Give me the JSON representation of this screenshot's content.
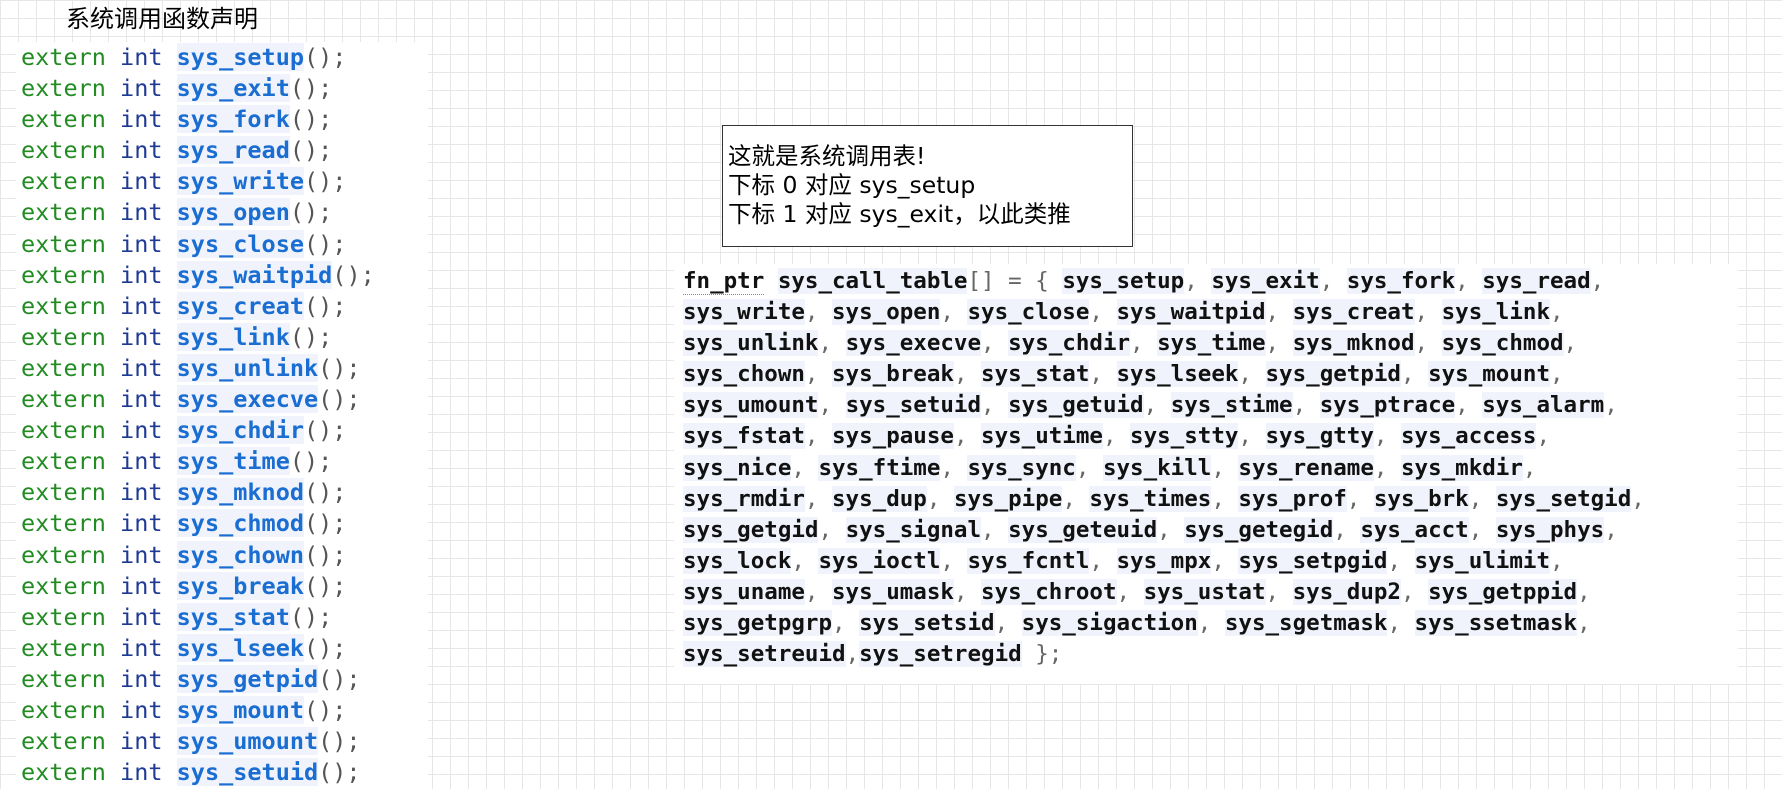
{
  "section_title": "系统调用函数声明",
  "declarations": {
    "keyword_extern": "extern",
    "keyword_int": "int",
    "suffix": "();",
    "names": [
      "sys_setup",
      "sys_exit",
      "sys_fork",
      "sys_read",
      "sys_write",
      "sys_open",
      "sys_close",
      "sys_waitpid",
      "sys_creat",
      "sys_link",
      "sys_unlink",
      "sys_execve",
      "sys_chdir",
      "sys_time",
      "sys_mknod",
      "sys_chmod",
      "sys_chown",
      "sys_break",
      "sys_stat",
      "sys_lseek",
      "sys_getpid",
      "sys_mount",
      "sys_umount",
      "sys_setuid"
    ]
  },
  "callout": {
    "lines": [
      "这就是系统调用表!",
      "下标 0 对应 sys_setup",
      "下标 1 对应 sys_exit，以此类推"
    ]
  },
  "call_table": {
    "type": "fn_ptr",
    "name": "sys_call_table",
    "open": "[] = {",
    "close": "};",
    "lines": [
      [
        "sys_setup",
        "sys_exit",
        "sys_fork",
        "sys_read"
      ],
      [
        "sys_write",
        "sys_open",
        "sys_close",
        "sys_waitpid",
        "sys_creat",
        "sys_link"
      ],
      [
        "sys_unlink",
        "sys_execve",
        "sys_chdir",
        "sys_time",
        "sys_mknod",
        "sys_chmod"
      ],
      [
        "sys_chown",
        "sys_break",
        "sys_stat",
        "sys_lseek",
        "sys_getpid",
        "sys_mount"
      ],
      [
        "sys_umount",
        "sys_setuid",
        "sys_getuid",
        "sys_stime",
        "sys_ptrace",
        "sys_alarm"
      ],
      [
        "sys_fstat",
        "sys_pause",
        "sys_utime",
        "sys_stty",
        "sys_gtty",
        "sys_access"
      ],
      [
        "sys_nice",
        "sys_ftime",
        "sys_sync",
        "sys_kill",
        "sys_rename",
        "sys_mkdir"
      ],
      [
        "sys_rmdir",
        "sys_dup",
        "sys_pipe",
        "sys_times",
        "sys_prof",
        "sys_brk",
        "sys_setgid"
      ],
      [
        "sys_getgid",
        "sys_signal",
        "sys_geteuid",
        "sys_getegid",
        "sys_acct",
        "sys_phys"
      ],
      [
        "sys_lock",
        "sys_ioctl",
        "sys_fcntl",
        "sys_mpx",
        "sys_setpgid",
        "sys_ulimit"
      ],
      [
        "sys_uname",
        "sys_umask",
        "sys_chroot",
        "sys_ustat",
        "sys_dup2",
        "sys_getppid"
      ],
      [
        "sys_getpgrp",
        "sys_setsid",
        "sys_sigaction",
        "sys_sgetmask",
        "sys_ssetmask"
      ],
      [
        "sys_setreuid",
        "sys_setregid"
      ]
    ]
  },
  "colors": {
    "extern": "#228b22",
    "int": "#1f3a93",
    "function_name": "#1a6dd1",
    "grid": "#e6e6e6"
  }
}
